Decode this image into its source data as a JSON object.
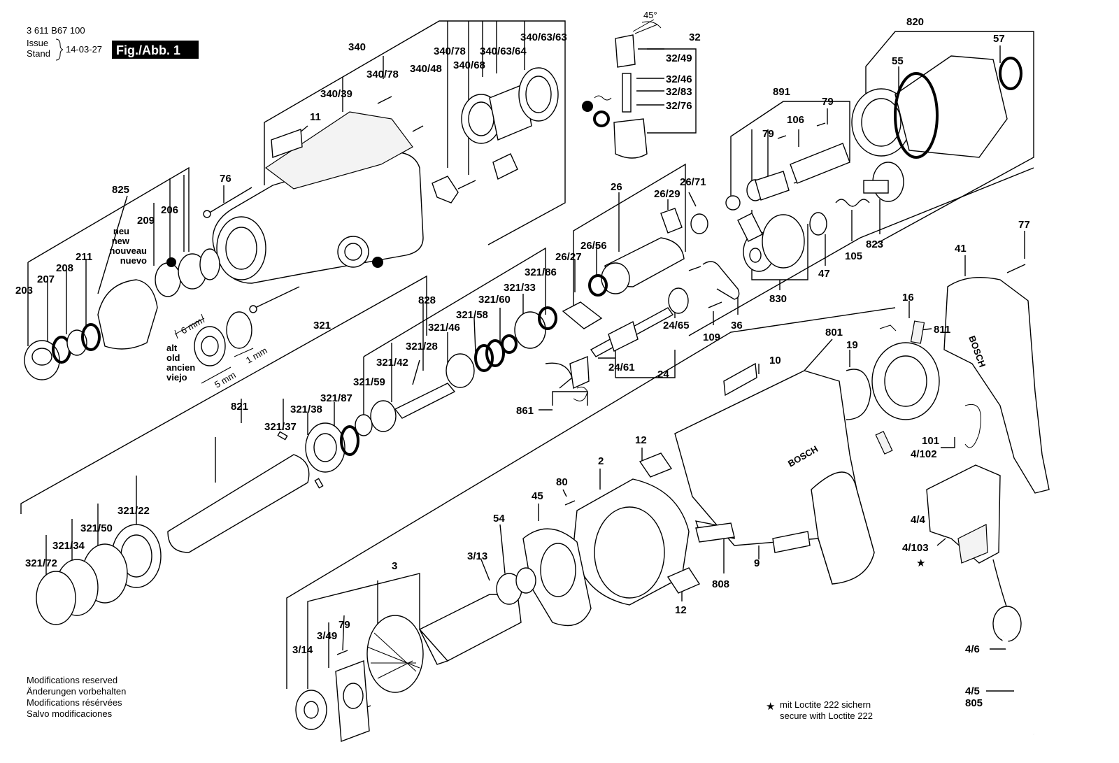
{
  "header": {
    "doc_number": "3 611 B67 100",
    "issue_label": "Issue",
    "stand_label": "Stand",
    "issue_date": "14-03-27",
    "fig_badge": "Fig./Abb. 1"
  },
  "angle_label": "45°",
  "dimensions": {
    "new_gap": "6 mm",
    "old_gap": "5 mm",
    "old_gap2": "1 mm"
  },
  "words": {
    "new": [
      "neu",
      "new",
      "nouveau",
      "nuevo"
    ],
    "old": [
      "alt",
      "old",
      "ancien",
      "viejo"
    ]
  },
  "labels": {
    "l340": "340",
    "l340_78a": "340/78",
    "l340_78b": "340/78",
    "l340_63_64": "340/63/64",
    "l340_63_63": "340/63/63",
    "l340_48": "340/48",
    "l340_68": "340/68",
    "l340_39": "340/39",
    "l11": "11",
    "l76": "76",
    "l825": "825",
    "l209": "209",
    "l206": "206",
    "l211": "211",
    "l208": "208",
    "l207": "207",
    "l203": "203",
    "l32": "32",
    "l32_49": "32/49",
    "l32_46": "32/46",
    "l32_83": "32/83",
    "l32_76": "32/76",
    "l820": "820",
    "l57": "57",
    "l55": "55",
    "l891": "891",
    "l79a": "79",
    "l79b": "79",
    "l106": "106",
    "l26": "26",
    "l26_29": "26/29",
    "l26_71": "26/71",
    "l26_56": "26/56",
    "l26_27": "26/27",
    "l823": "823",
    "l105": "105",
    "l47": "47",
    "l830": "830",
    "l321_86": "321/86",
    "l321_33": "321/33",
    "l321_60": "321/60",
    "l321_58": "321/58",
    "l321_46": "321/46",
    "l321_28": "321/28",
    "l321_42": "321/42",
    "l321_59": "321/59",
    "l828": "828",
    "l321": "321",
    "l821": "821",
    "l321_38": "321/38",
    "l321_87": "321/87",
    "l321_37": "321/37",
    "l321_22": "321/22",
    "l321_50": "321/50",
    "l321_34": "321/34",
    "l321_72": "321/72",
    "l36": "36",
    "l109": "109",
    "l24_65": "24/65",
    "l24_61": "24/61",
    "l24": "24",
    "l861": "861",
    "l10": "10",
    "l801": "801",
    "l19": "19",
    "l16": "16",
    "l811": "811",
    "l77": "77",
    "l41": "41",
    "l101": "101",
    "l4_102": "4/102",
    "l4_4": "4/4",
    "l4_103": "4/103",
    "l4_6": "4/6",
    "l4_5": "4/5",
    "l805": "805",
    "l12a": "12",
    "l12b": "12",
    "l2": "2",
    "l80": "80",
    "l45": "45",
    "l54": "54",
    "l3_13": "3/13",
    "l3": "3",
    "l3_14": "3/14",
    "l3_49": "3/49",
    "l79c": "79",
    "l808": "808",
    "l9": "9"
  },
  "footer": {
    "modifications": [
      "Modifications reserved",
      "Änderungen vorbehalten",
      "Modifications résérvées",
      "Salvo modificaciones"
    ],
    "loctite": [
      "mit Loctite 222 sichern",
      "secure with Loctite 222"
    ]
  },
  "brand_marks": {
    "housing_logo": "BOSCH",
    "handle_logo": "BOSCH"
  }
}
